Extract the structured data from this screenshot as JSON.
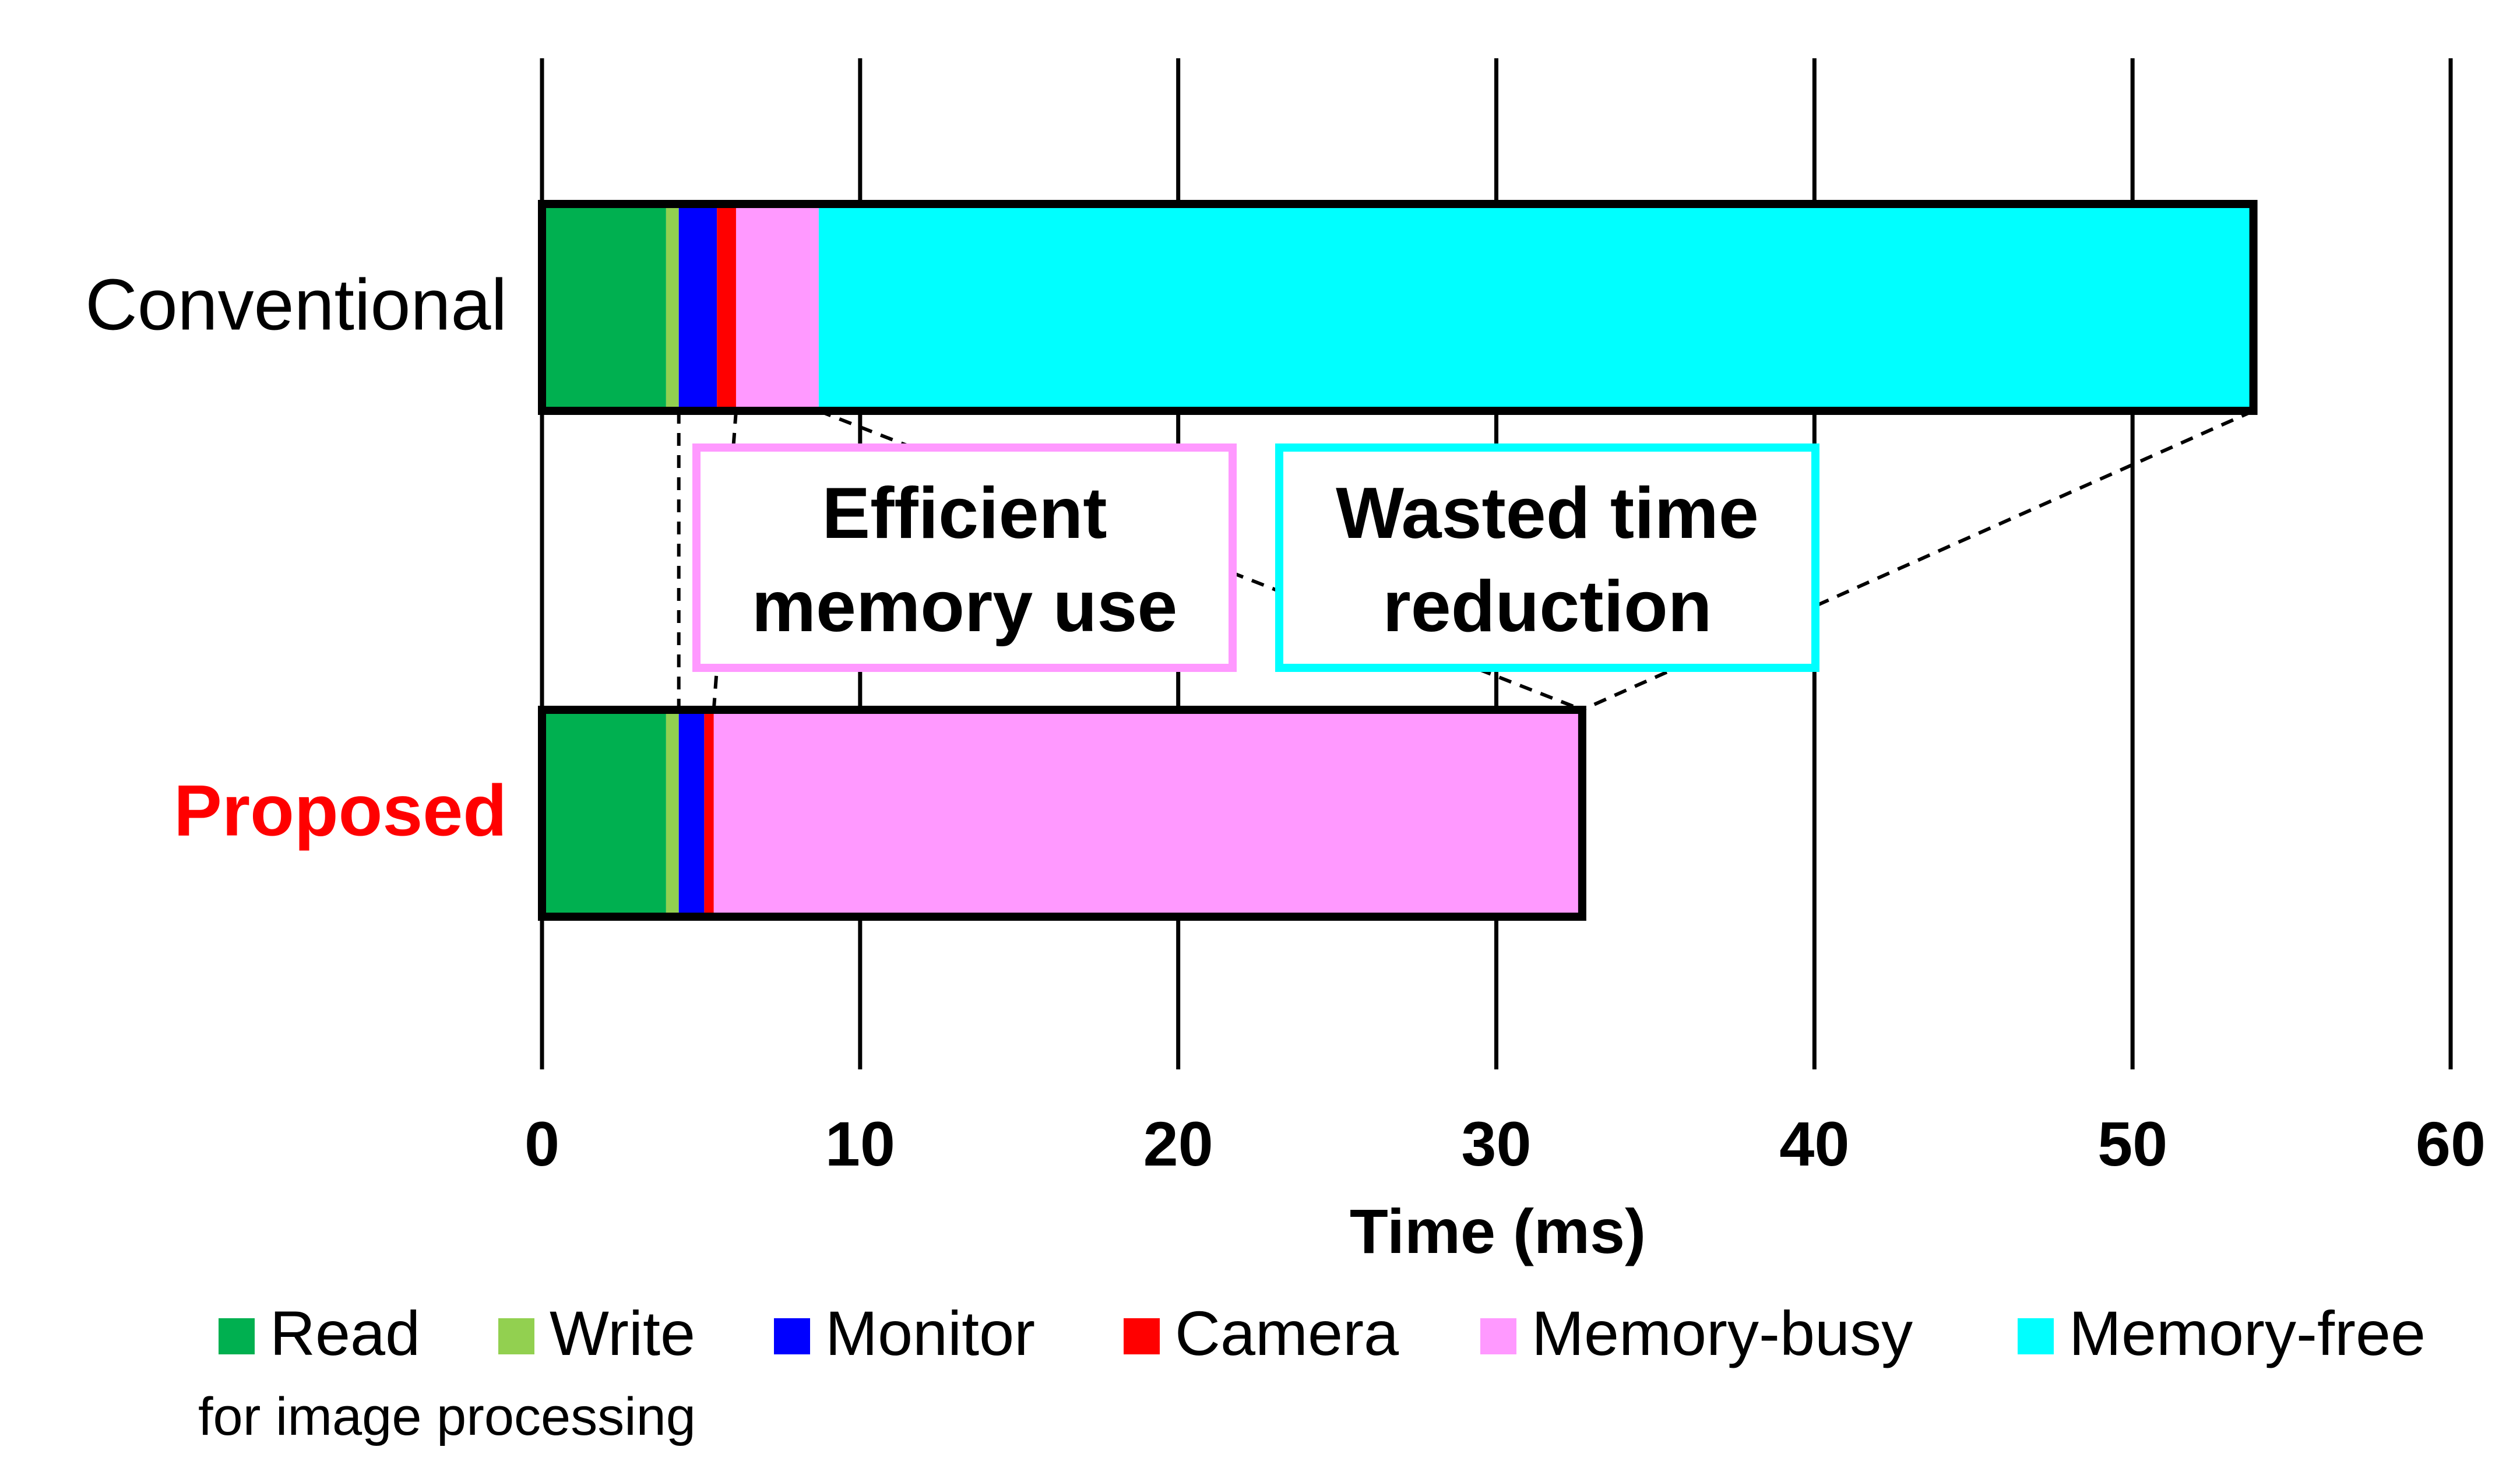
{
  "chart_data": {
    "type": "bar",
    "orientation": "horizontal",
    "stacked": true,
    "xlabel": "Time (ms)",
    "xlim": [
      0,
      60
    ],
    "xticks": [
      0,
      10,
      20,
      30,
      40,
      50,
      60
    ],
    "grid": "vertical",
    "categories": [
      "Conventional",
      "Proposed"
    ],
    "category_colors": [
      "#000000",
      "#ff0000"
    ],
    "series": [
      {
        "name": "Read",
        "color": "#00b050",
        "values": [
          3.9,
          3.9
        ]
      },
      {
        "name": "Write",
        "color": "#92d050",
        "values": [
          0.4,
          0.4
        ]
      },
      {
        "name": "Monitor",
        "color": "#0000ff",
        "values": [
          1.2,
          0.8
        ]
      },
      {
        "name": "Camera",
        "color": "#ff0000",
        "values": [
          0.6,
          0.3
        ]
      },
      {
        "name": "Memory-busy",
        "color": "#ff99ff",
        "values": [
          2.6,
          27.3
        ]
      },
      {
        "name": "Memory-free",
        "color": "#00ffff",
        "values": [
          45.1,
          0
        ]
      }
    ],
    "legend": {
      "placement": "bottom",
      "note": "for image processing"
    },
    "annotations": [
      {
        "text": [
          "Efficient",
          "memory use"
        ],
        "border_color": "#ff99ff"
      },
      {
        "text": [
          "Wasted time",
          "reduction"
        ],
        "border_color": "#00ffff"
      }
    ]
  }
}
